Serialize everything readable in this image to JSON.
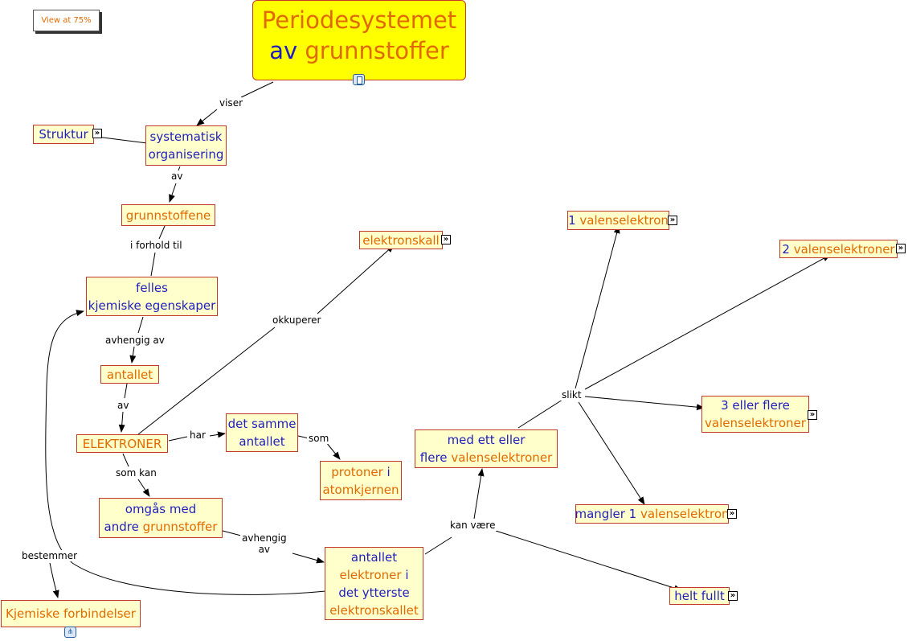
{
  "view_button": {
    "label": "View at 75%"
  },
  "title": {
    "line1": "Periodesystemet",
    "line2_a": "av",
    "line2_b": "grunnstoffer"
  },
  "nodes": {
    "struktur": {
      "text": "Struktur"
    },
    "systematisk": {
      "line1": "systematisk",
      "line2": "organisering"
    },
    "grunnstoffene": {
      "text": "grunnstoffene"
    },
    "felles": {
      "line1": "felles",
      "line2": "kjemiske egenskaper"
    },
    "antallet": {
      "text": "antallet"
    },
    "elektroner": {
      "text": "ELEKTRONER"
    },
    "elektronskall": {
      "text": "elektronskall"
    },
    "samme": {
      "line1": "det samme",
      "line2": "antallet"
    },
    "protoner": {
      "line1_a": "protoner",
      "line1_b": "i",
      "line2": "atomkjernen"
    },
    "omgas": {
      "line1": "omgås med",
      "line2_a": "andre",
      "line2_b": "grunnstoffer"
    },
    "ytterste": {
      "line1": "antallet",
      "line2_a": "elektroner",
      "line2_b": "i",
      "line3": "det ytterste",
      "line4": "elektronskallet"
    },
    "kjemiske": {
      "text": "Kjemiske forbindelser"
    },
    "medett": {
      "line1": "med ett eller",
      "line2_a": "flere",
      "line2_b": "valenselektroner"
    },
    "v1": {
      "a": "1",
      "b": "valenselektron"
    },
    "v2": {
      "a": "2",
      "b": "valenselektroner"
    },
    "v3": {
      "line1": "3 eller flere",
      "line2": "valenselektroner"
    },
    "mangler": {
      "a": "mangler 1",
      "b": "valenselektron"
    },
    "heltfullt": {
      "text": "helt fullt"
    }
  },
  "link_labels": {
    "viser": "viser",
    "av1": "av",
    "i_forhold_til": "i forhold til",
    "avhengig_av1": "avhengig av",
    "av2": "av",
    "okkuperer": "okkuperer",
    "har": "har",
    "som": "som",
    "som_kan": "som kan",
    "avhengig_av2_l1": "avhengig",
    "avhengig_av2_l2": "av",
    "bestemmer": "bestemmer",
    "kan_vaere": "kan være",
    "slikt": "slikt"
  },
  "icons": {
    "expand": "expand-arrow-icon",
    "document": "document-icon",
    "concept_map": "concept-map-icon"
  },
  "colors": {
    "node_fill": "#ffffcc",
    "title_fill": "#ffff00",
    "node_border": "#c0392b",
    "blue_text": "#1f1fbf",
    "orange_text": "#e06a00"
  }
}
